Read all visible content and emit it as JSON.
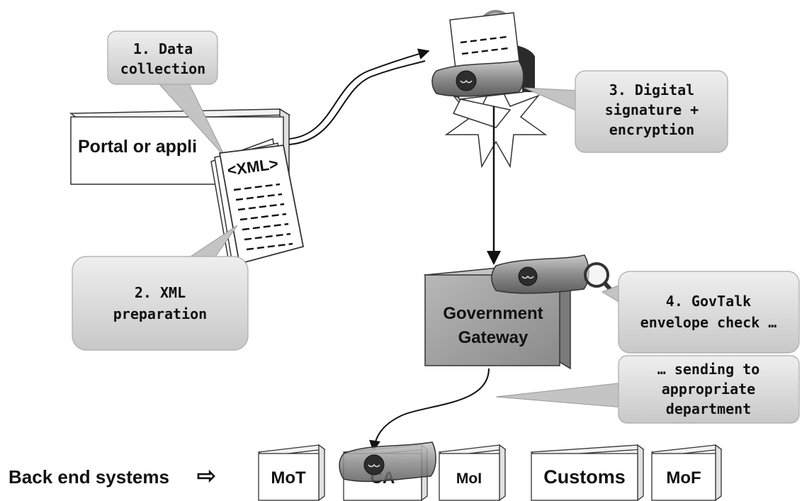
{
  "callouts": {
    "data_collection": [
      "1.  Data",
      "collection"
    ],
    "xml_preparation": [
      "2. XML",
      "preparation"
    ],
    "digital_signature": [
      "3.  Digital",
      "signature +",
      "encryption"
    ],
    "govtalk_check": [
      "4. GovTalk",
      "envelope check …"
    ],
    "sending": [
      "… sending to",
      "appropriate",
      "department"
    ]
  },
  "portal": {
    "label": "Portal or appli"
  },
  "xml_doc": {
    "tag": "<XML>"
  },
  "gateway": {
    "line1": "Government",
    "line2": "Gateway"
  },
  "backend": {
    "label": "Back end systems",
    "arrow": "⇨",
    "systems": [
      "MoT",
      "CA",
      "MoI",
      "Customs",
      "MoF"
    ]
  },
  "colors": {
    "callout_fill": "#d9d9d9",
    "gateway_fill": "#a6a6a6",
    "box_stroke": "#333333"
  }
}
